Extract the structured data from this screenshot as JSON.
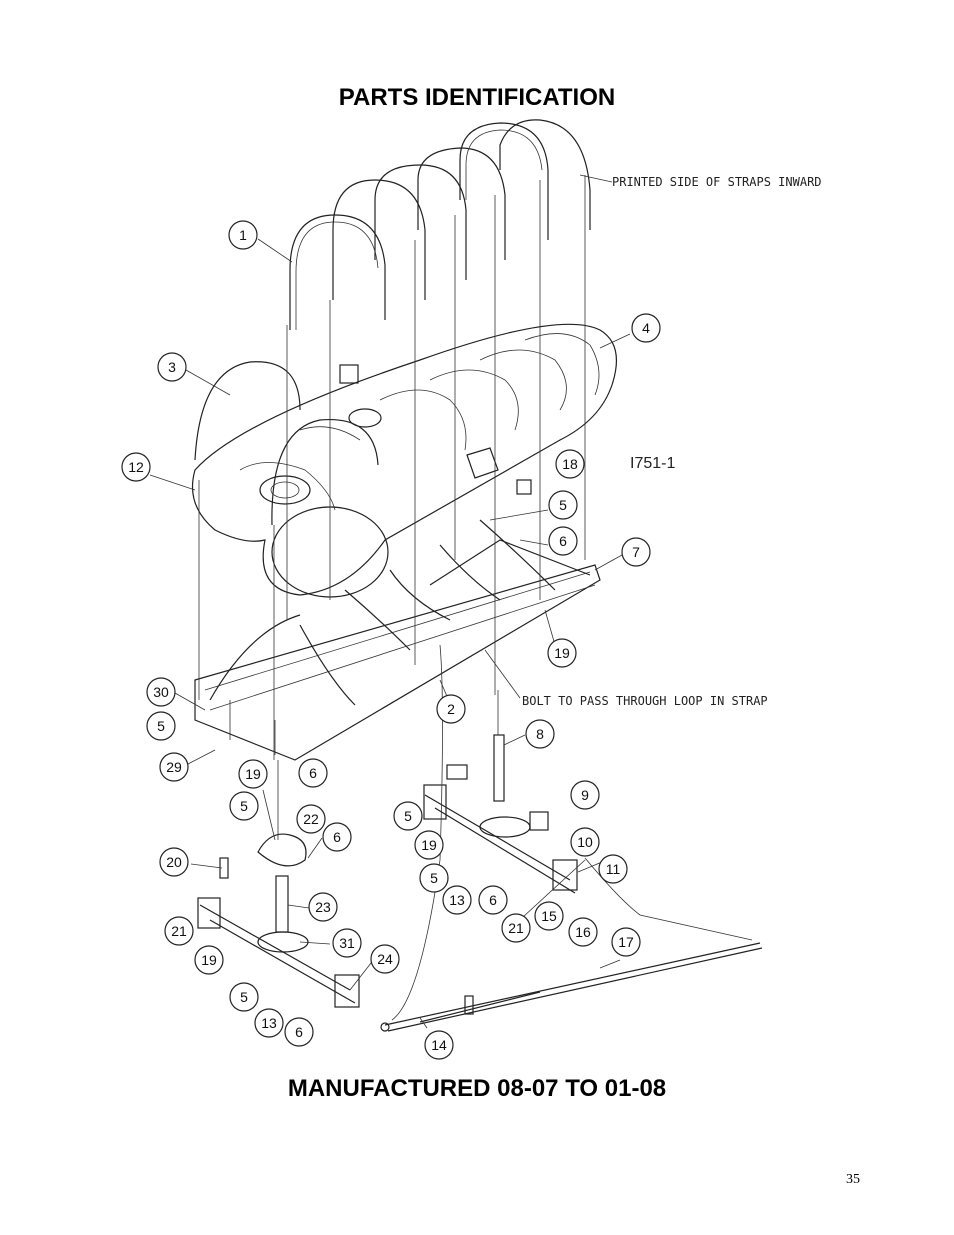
{
  "page": {
    "title": "PARTS IDENTIFICATION",
    "footer_title": "MANUFACTURED 08-07 TO 01-08",
    "page_number": "35"
  },
  "diagram": {
    "drawing_number": "I751-1",
    "notes": {
      "straps": "PRINTED SIDE OF STRAPS INWARD",
      "bolt": "BOLT TO PASS THROUGH LOOP IN STRAP"
    },
    "balloons": [
      "1",
      "3",
      "4",
      "12",
      "18",
      "5",
      "6",
      "7",
      "19",
      "30",
      "5",
      "2",
      "8",
      "29",
      "6",
      "19",
      "5",
      "22",
      "6",
      "20",
      "23",
      "21",
      "31",
      "19",
      "24",
      "5",
      "13",
      "6",
      "5",
      "9",
      "10",
      "19",
      "11",
      "5",
      "13",
      "6",
      "21",
      "15",
      "16",
      "17",
      "14"
    ]
  }
}
